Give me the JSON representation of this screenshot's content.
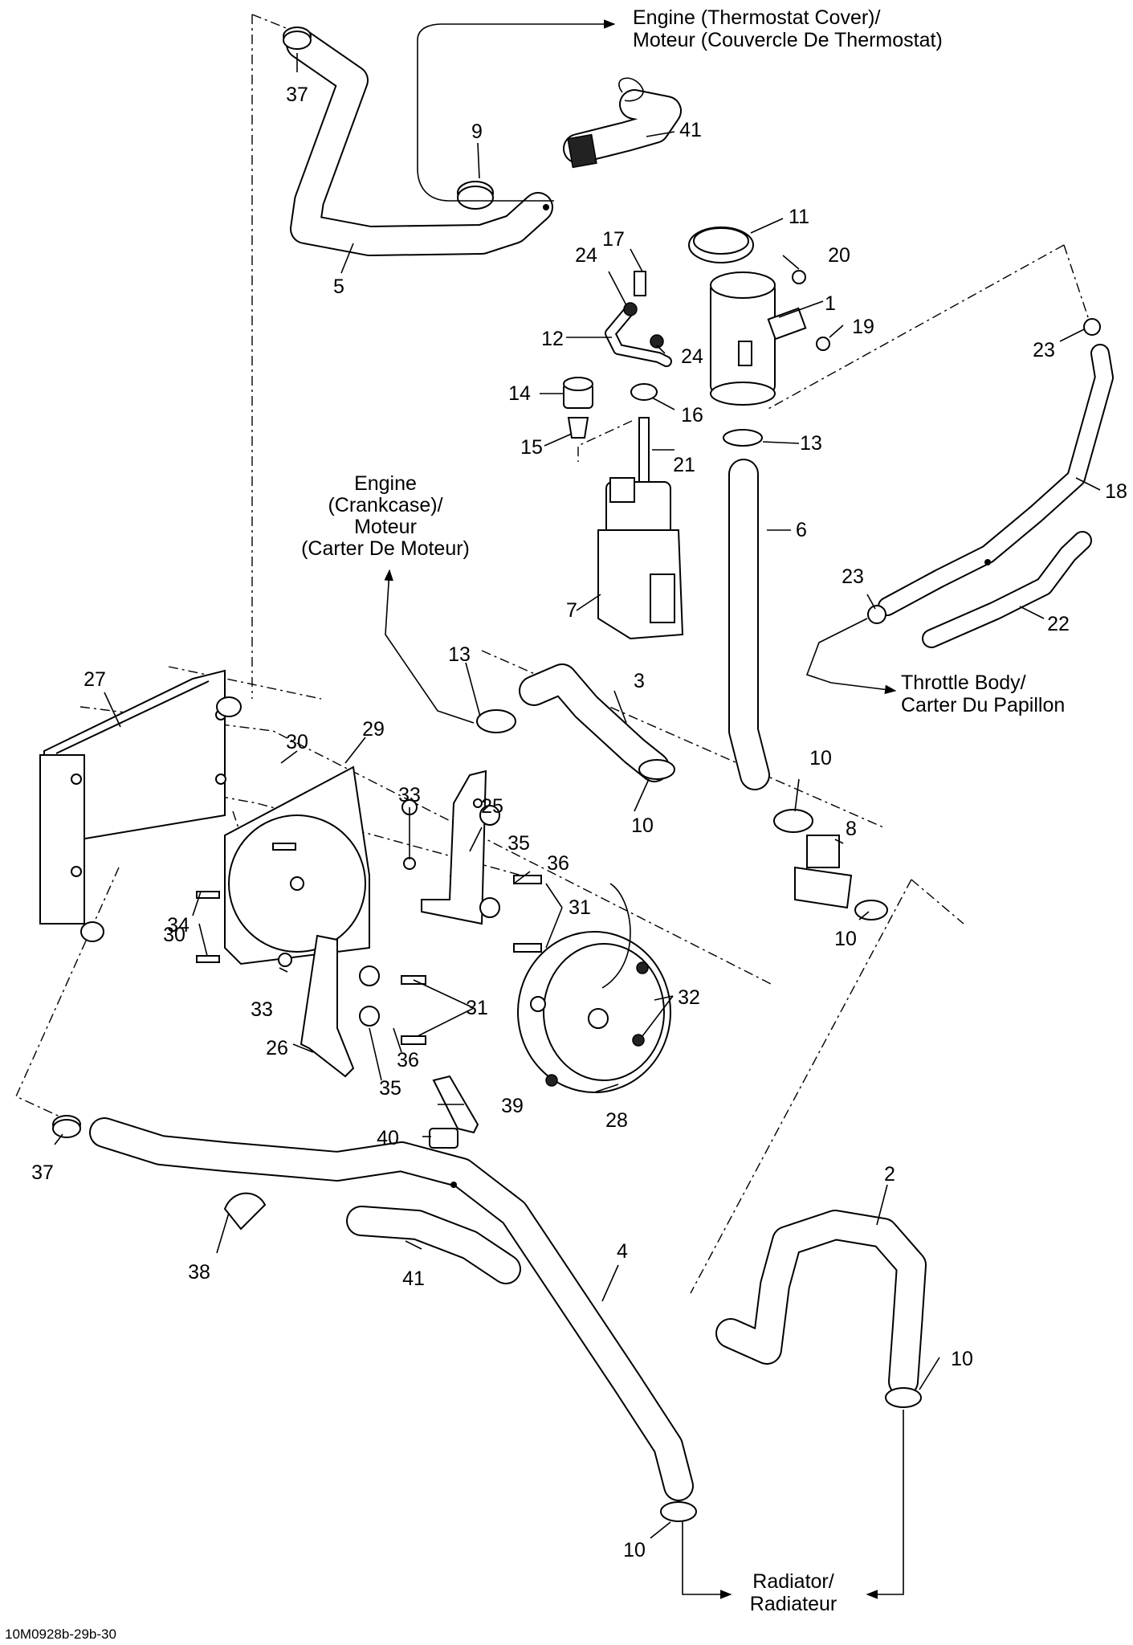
{
  "diagram": {
    "code": "10M0928b-29b-30",
    "destinations": {
      "thermostat": [
        "Engine (Thermostat Cover)/",
        "Moteur (Couvercle De Thermostat)"
      ],
      "crankcase": [
        "Engine",
        "(Crankcase)/",
        "Moteur",
        "(Carter De Moteur)"
      ],
      "throttle": [
        "Throttle Body/",
        "Carter Du Papillon"
      ],
      "radiator": [
        "Radiator/",
        "Radiateur"
      ]
    },
    "callouts": [
      {
        "id": "c37a",
        "label": "37"
      },
      {
        "id": "c41a",
        "label": "41"
      },
      {
        "id": "c9",
        "label": "9"
      },
      {
        "id": "c5",
        "label": "5"
      },
      {
        "id": "c11",
        "label": "11"
      },
      {
        "id": "c17",
        "label": "17"
      },
      {
        "id": "c20",
        "label": "20"
      },
      {
        "id": "c24a",
        "label": "24"
      },
      {
        "id": "c1",
        "label": "1"
      },
      {
        "id": "c19",
        "label": "19"
      },
      {
        "id": "c12",
        "label": "12"
      },
      {
        "id": "c24b",
        "label": "24"
      },
      {
        "id": "c23a",
        "label": "23"
      },
      {
        "id": "c14",
        "label": "14"
      },
      {
        "id": "c16",
        "label": "16"
      },
      {
        "id": "c15",
        "label": "15"
      },
      {
        "id": "c13a",
        "label": "13"
      },
      {
        "id": "c21",
        "label": "21"
      },
      {
        "id": "c18",
        "label": "18"
      },
      {
        "id": "c6",
        "label": "6"
      },
      {
        "id": "c7",
        "label": "7"
      },
      {
        "id": "c23b",
        "label": "23"
      },
      {
        "id": "c22",
        "label": "22"
      },
      {
        "id": "c13b",
        "label": "13"
      },
      {
        "id": "c3",
        "label": "3"
      },
      {
        "id": "c27",
        "label": "27"
      },
      {
        "id": "c30a",
        "label": "30"
      },
      {
        "id": "c29",
        "label": "29"
      },
      {
        "id": "c10a",
        "label": "10"
      },
      {
        "id": "c10b",
        "label": "10"
      },
      {
        "id": "c33a",
        "label": "33"
      },
      {
        "id": "c25",
        "label": "25"
      },
      {
        "id": "c35a",
        "label": "35"
      },
      {
        "id": "c36a",
        "label": "36"
      },
      {
        "id": "c8",
        "label": "8"
      },
      {
        "id": "c34",
        "label": "34"
      },
      {
        "id": "c31a",
        "label": "31"
      },
      {
        "id": "c30b",
        "label": "30"
      },
      {
        "id": "c10c",
        "label": "10"
      },
      {
        "id": "c33b",
        "label": "33"
      },
      {
        "id": "c32",
        "label": "32"
      },
      {
        "id": "c31b",
        "label": "31"
      },
      {
        "id": "c26",
        "label": "26"
      },
      {
        "id": "c36b",
        "label": "36"
      },
      {
        "id": "c35b",
        "label": "35"
      },
      {
        "id": "c39",
        "label": "39"
      },
      {
        "id": "c28",
        "label": "28"
      },
      {
        "id": "c40",
        "label": "40"
      },
      {
        "id": "c37b",
        "label": "37"
      },
      {
        "id": "c2",
        "label": "2"
      },
      {
        "id": "c38",
        "label": "38"
      },
      {
        "id": "c41b",
        "label": "41"
      },
      {
        "id": "c4",
        "label": "4"
      },
      {
        "id": "c10d",
        "label": "10"
      },
      {
        "id": "c10e",
        "label": "10"
      }
    ]
  }
}
